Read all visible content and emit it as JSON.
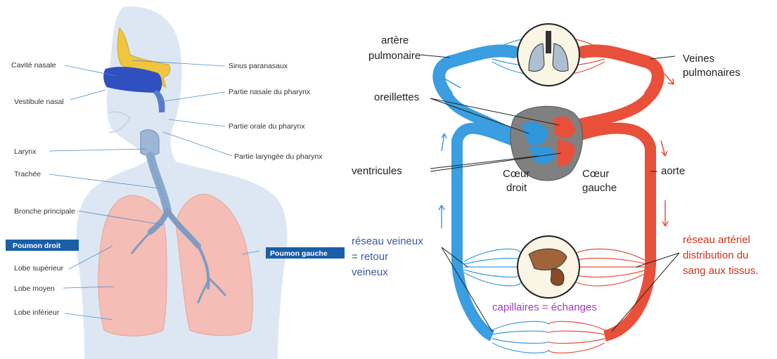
{
  "respiratory": {
    "labels": {
      "cavite_nasale": "Cavité nasale",
      "vestibule_nasal": "Vestibule nasal",
      "larynx": "Larynx",
      "trachee": "Trachée",
      "bronche": "Bronche principale",
      "lobe_sup": "Lobe supérieur",
      "lobe_moyen": "Lobe moyen",
      "lobe_inf": "Lobe inférieur",
      "sinus": "Sinus paranasaux",
      "pharynx_nasal": "Partie nasale du pharynx",
      "pharynx_oral": "Partie orale du pharynx",
      "pharynx_laryngee": "Partie laryngée du pharynx"
    },
    "boxes": {
      "poumon_droit": "Poumon droit",
      "poumon_gauche": "Poumon gauche"
    },
    "colors": {
      "box": "#1a5ea8",
      "lung": "#f3b7b0",
      "body": "#dbe6f2"
    }
  },
  "circulation": {
    "labels": {
      "artere_1": "artère",
      "artere_2": "pulmonaire",
      "veines_1": "Veines",
      "veines_2": "pulmonaires",
      "oreillettes": "oreillettes",
      "ventricules": "ventricules",
      "coeur_droit_1": "Cœur",
      "coeur_droit_2": "droit",
      "coeur_gauche_1": "Cœur",
      "coeur_gauche_2": "gauche",
      "aorte": "aorte",
      "reseau_veineux_1": "réseau veineux",
      "reseau_veineux_2": "= retour",
      "reseau_veineux_3": "veineux",
      "reseau_arteriel_1": "réseau artériel",
      "reseau_arteriel_2": "distribution du",
      "reseau_arteriel_3": "sang aux tissus.",
      "capillaires": "capillaires = échanges"
    },
    "colors": {
      "venous": "#3a9ee0",
      "arterial": "#e8503a",
      "purple": "#a040c0"
    }
  }
}
